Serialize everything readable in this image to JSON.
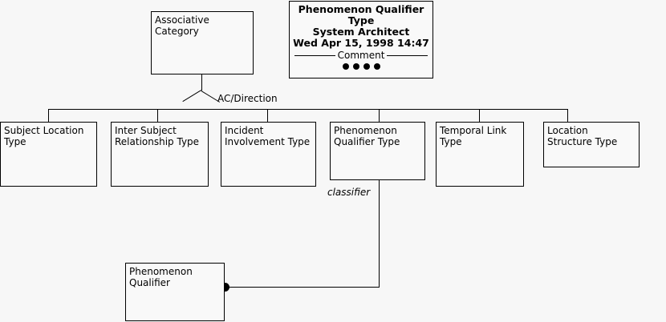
{
  "diagram": {
    "type": "uml-class-hierarchy",
    "background_color": "#f7f7f7",
    "line_color": "#000000",
    "box_fill_color": "#f9f9f9"
  },
  "title_block": {
    "name_line_1": "Phenomenon Qualifier",
    "name_line_2": "Type",
    "author": "System Architect",
    "timestamp": "Wed Apr 15, 1998  14:47",
    "comment_label": "Comment",
    "dot_count": 4
  },
  "superclass": {
    "label": "Associative\nCategory"
  },
  "generalization": {
    "label": "AC/Direction"
  },
  "subclasses": [
    {
      "label": "Subject Location\nType"
    },
    {
      "label": "Inter Subject\nRelationship Type"
    },
    {
      "label": "Incident\nInvolvement Type"
    },
    {
      "label": "Phenomenon\nQualifier Type"
    },
    {
      "label": "Temporal Link\nType"
    },
    {
      "label": "Location\nStructure Type"
    }
  ],
  "association": {
    "role_label": "classifier",
    "target_label": "Phenomenon\nQualifier"
  }
}
